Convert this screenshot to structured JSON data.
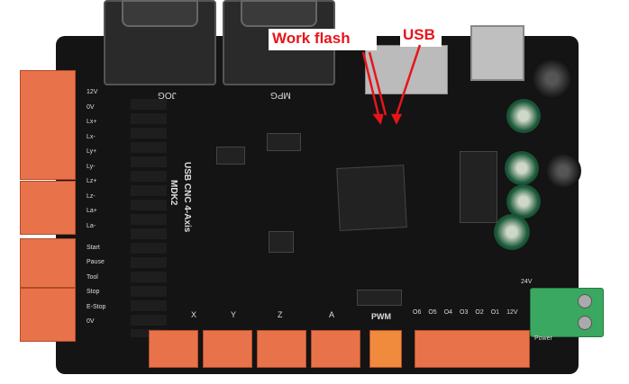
{
  "annotations": {
    "work_flash": "Work flash",
    "usb": "USB"
  },
  "board": {
    "title": "USB CNC 4-Axis",
    "model": "MDK2",
    "connectors": {
      "jog": "JOG",
      "mpg": "MPG",
      "pwm": "PWM",
      "power": "Power",
      "v24": "24V"
    },
    "left_labels": [
      "12V",
      "0V",
      "Lx+",
      "Lx-",
      "Ly+",
      "Ly-",
      "Lz+",
      "Lz-",
      "La+",
      "La-",
      "Start",
      "Pause",
      "Tool",
      "Stop",
      "E-Stop",
      "0V"
    ],
    "axis_labels": [
      "X",
      "Y",
      "Z",
      "A"
    ],
    "output_labels": [
      "O6",
      "O5",
      "O4",
      "O3",
      "O2",
      "O1",
      "12V"
    ]
  },
  "colors": {
    "board": "#141414",
    "terminal": "#e8734a",
    "pwm_terminal": "#f08a3c",
    "power_terminal": "#3aa860",
    "annotation": "#e8141a"
  }
}
